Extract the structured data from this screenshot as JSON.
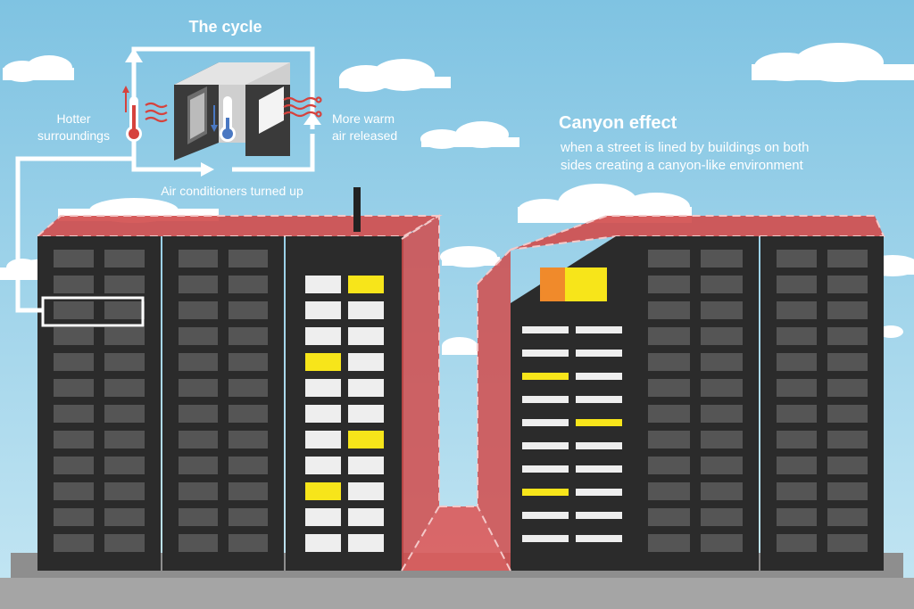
{
  "cycle": {
    "title": "The cycle",
    "left_label": [
      "Hotter",
      "surroundings"
    ],
    "right_label": [
      "More warm",
      "air released"
    ],
    "bottom_label": "Air conditioners turned up"
  },
  "canyon": {
    "title": "Canyon effect",
    "description": [
      "when a street is lined by buildings on both",
      "sides creating a canyon-like environment"
    ]
  },
  "colors": {
    "sky_top": "#7fc3e2",
    "sky_bottom": "#bde2f1",
    "building": "#2b2b2b",
    "window_dark": "#555555",
    "window_lit": "#eeeeee",
    "window_yellow": "#f7e51a",
    "heat_overlay": "#d14b4b",
    "thermometer_hot": "#d6423d",
    "thermometer_cold": "#4a78c2",
    "ground": "#9a9a9a"
  },
  "icons": [
    "air-conditioner-icon",
    "thermometer-hot-icon",
    "thermometer-cold-icon",
    "heat-waves-icon",
    "cycle-arrows",
    "cloud"
  ]
}
